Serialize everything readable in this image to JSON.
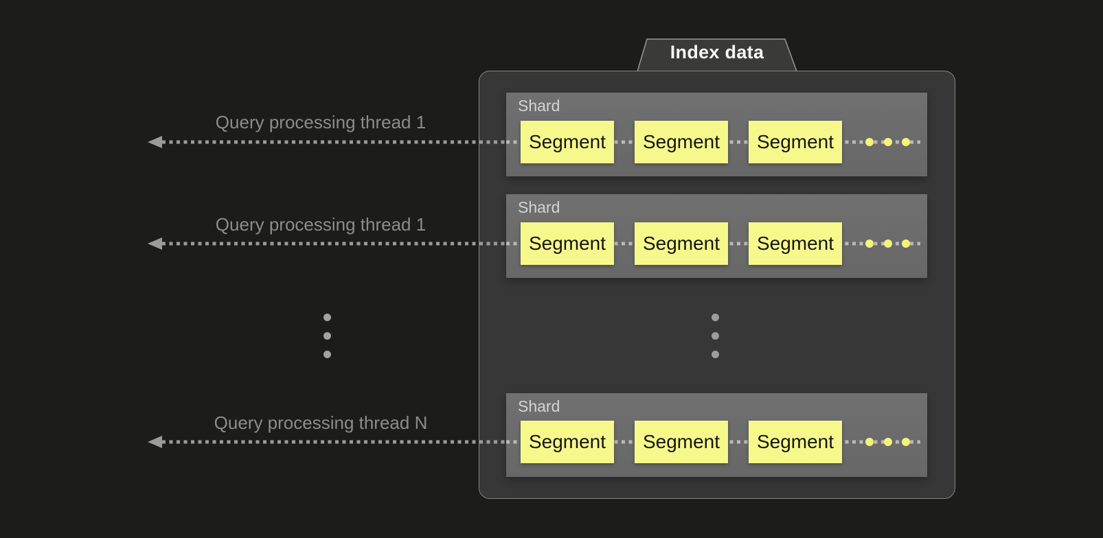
{
  "tab": {
    "label": "Index data"
  },
  "threads": [
    {
      "label": "Query processing thread 1"
    },
    {
      "label": "Query processing thread 1"
    },
    {
      "label": "Query processing thread N"
    }
  ],
  "shards": [
    {
      "label": "Shard",
      "segments": [
        "Segment",
        "Segment",
        "Segment"
      ]
    },
    {
      "label": "Shard",
      "segments": [
        "Segment",
        "Segment",
        "Segment"
      ]
    },
    {
      "label": "Shard",
      "segments": [
        "Segment",
        "Segment",
        "Segment"
      ]
    }
  ],
  "colors": {
    "background": "#1c1c1a",
    "container_fill": "#373737",
    "container_border": "#85858a",
    "shard_fill": "#6c6c6c",
    "shard_label_text": "#d4d4d4",
    "segment_fill": "#f7f88c",
    "segment_text": "#151515",
    "segment_ellipsis_dots": "#f3f478",
    "arrow_gray": "#9b9b9b",
    "inner_dotted_line": "#b9b9b9",
    "thread_label_text": "#8c8c8c",
    "tab_text": "#f7f7f7"
  }
}
